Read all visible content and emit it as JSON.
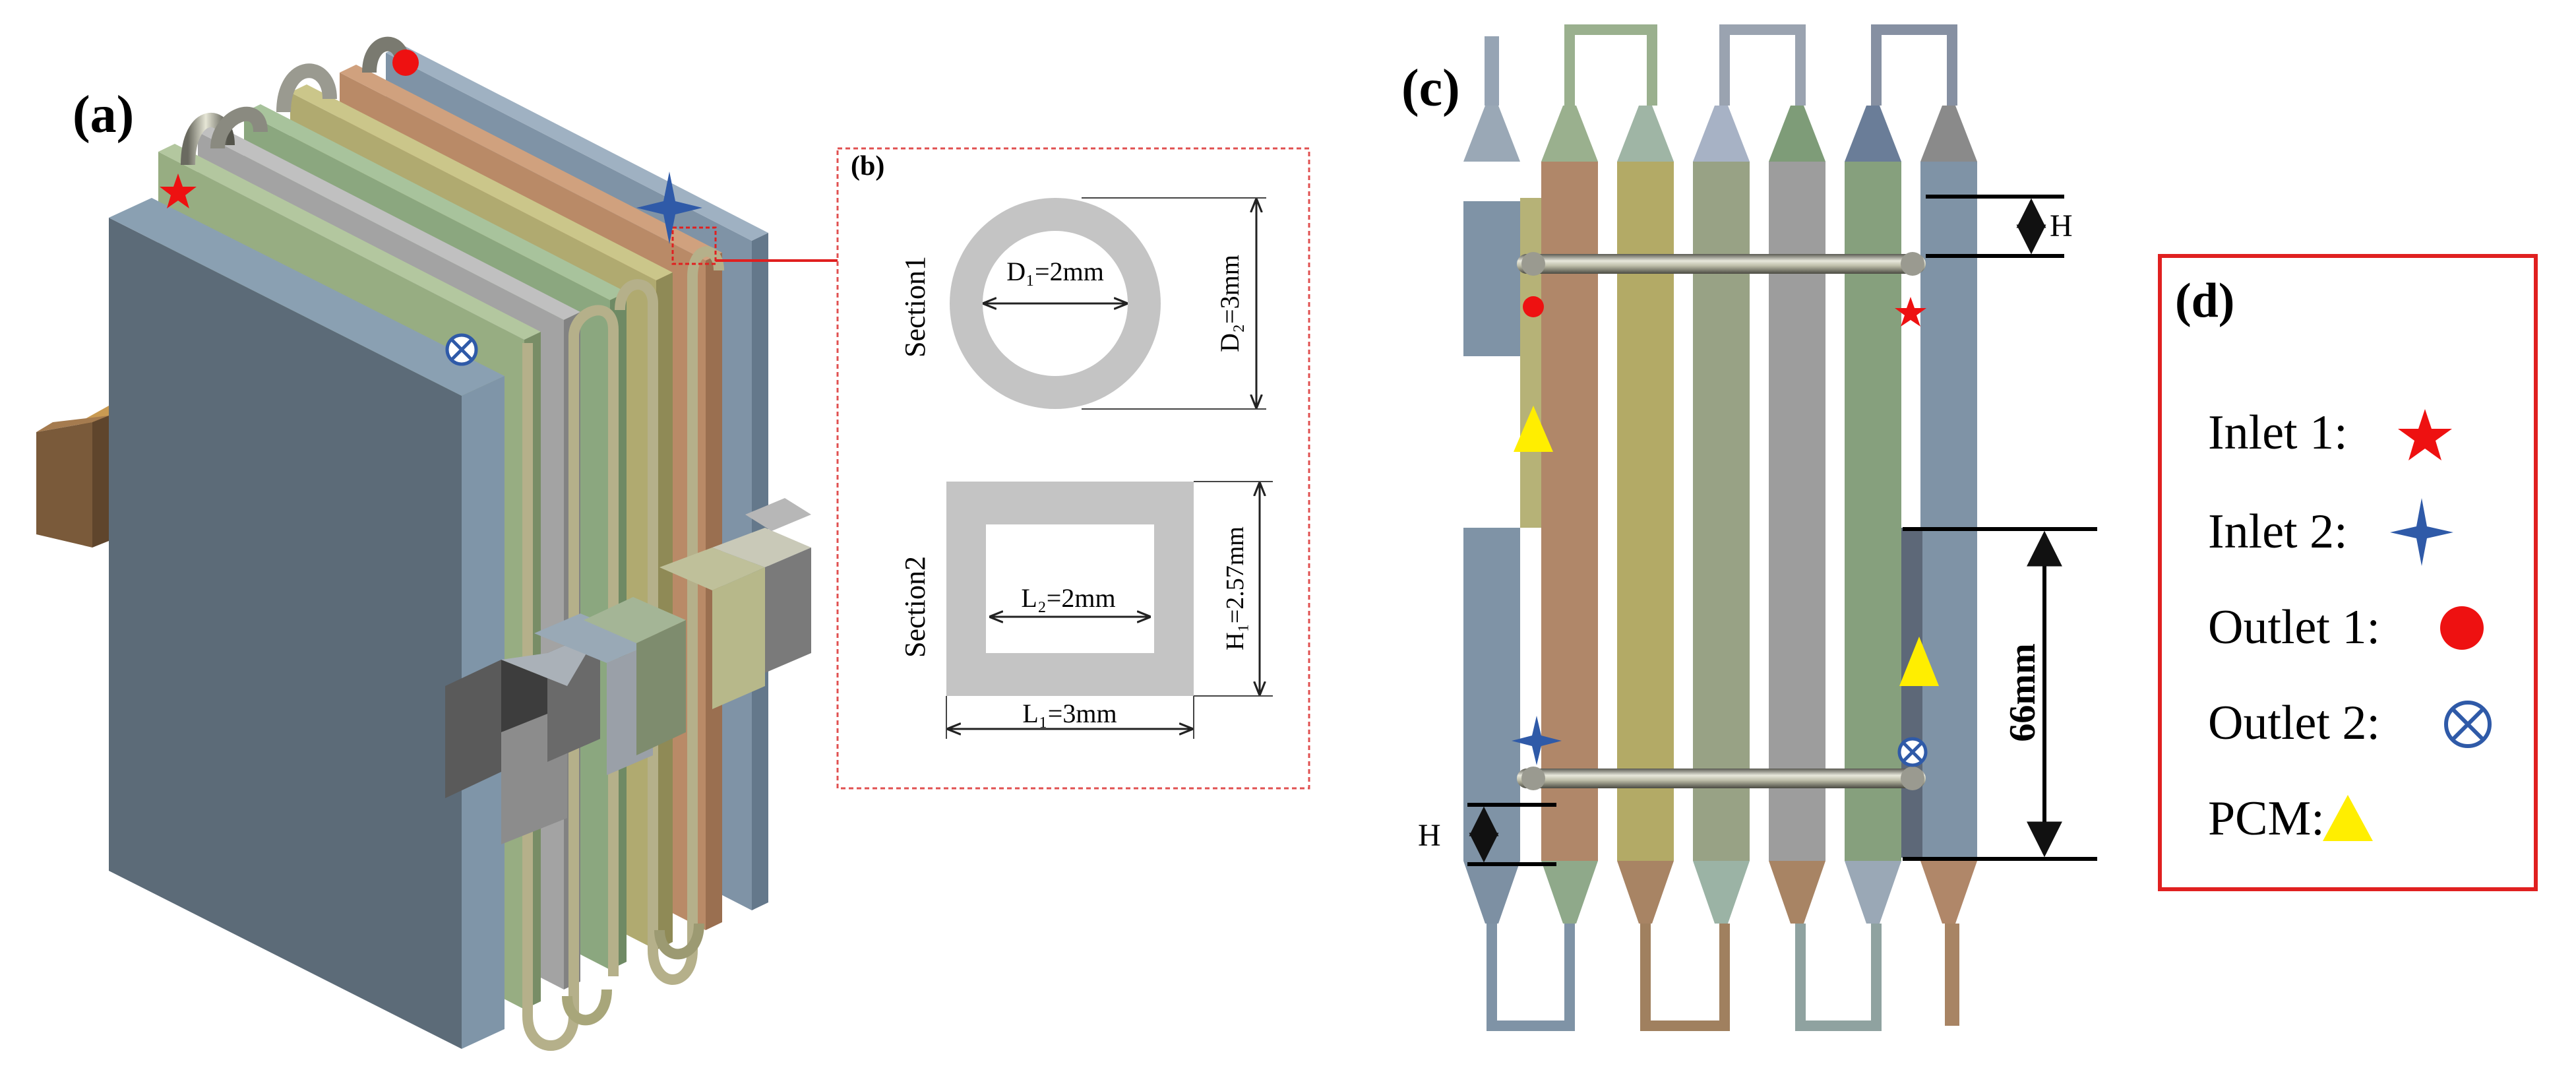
{
  "panels": {
    "a": {
      "label": "(a)"
    },
    "b": {
      "label": "(b)",
      "section1_title": "Section1",
      "section2_title": "Section2",
      "d1": "D₁=2mm",
      "d2": "D₂=3mm",
      "l2": "L₂=2mm",
      "l1": "L₁=3mm",
      "h1": "H₁=2.57mm"
    },
    "c": {
      "label": "(c)",
      "h_top": "H",
      "h_bottom": "H",
      "length": "66mm"
    },
    "d": {
      "label": "(d)",
      "legend": [
        {
          "text": "Inlet 1:",
          "symbol": "red-star"
        },
        {
          "text": "Inlet 2:",
          "symbol": "blue-four-point-star"
        },
        {
          "text": "Outlet 1:",
          "symbol": "red-dot"
        },
        {
          "text": "Outlet 2:",
          "symbol": "blue-circled-x"
        },
        {
          "text": "PCM:",
          "symbol": "yellow-triangle"
        }
      ]
    }
  },
  "colors": {
    "red": "#ee1111",
    "blue": "#2f5aa8",
    "yellow": "#ffee00",
    "frame_red": "#e02020",
    "plate_blue": "#7f93a6",
    "plate_green": "#8ba77f",
    "plate_olive": "#b8b06a",
    "plate_orange": "#b98a67",
    "plate_gray": "#9a9a9a"
  }
}
